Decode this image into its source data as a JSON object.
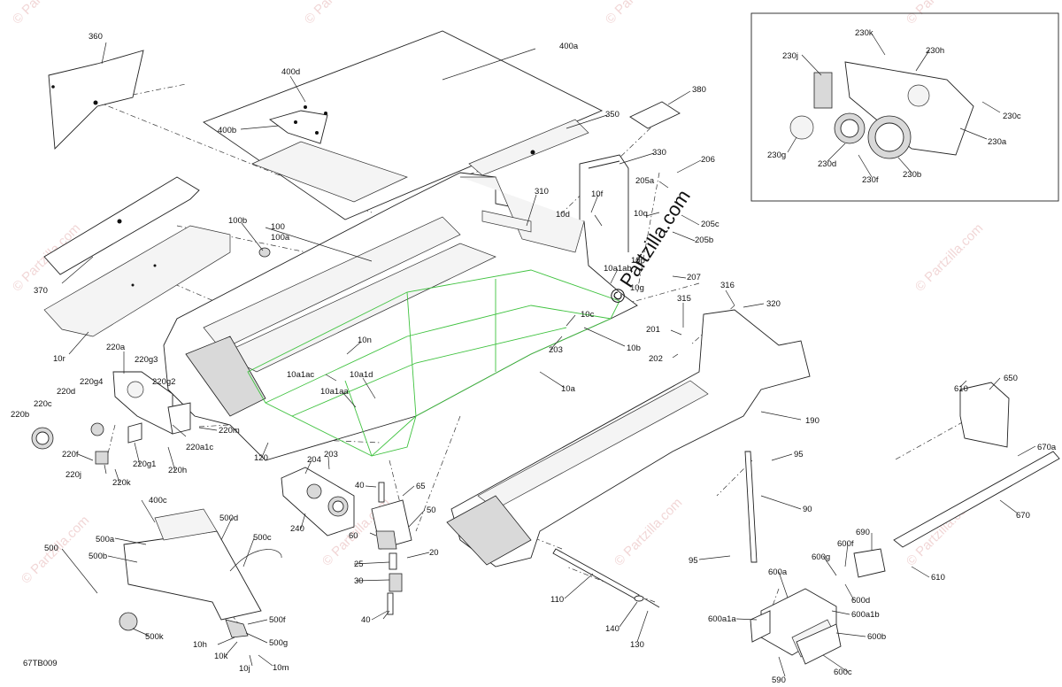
{
  "diagram": {
    "code": "67TB009",
    "watermark": "© Partzilla.com",
    "labels": [
      {
        "id": "360",
        "t": "360"
      },
      {
        "id": "400a",
        "t": "400a"
      },
      {
        "id": "400d",
        "t": "400d"
      },
      {
        "id": "400b",
        "t": "400b"
      },
      {
        "id": "380",
        "t": "380"
      },
      {
        "id": "350",
        "t": "350"
      },
      {
        "id": "330",
        "t": "330"
      },
      {
        "id": "206",
        "t": "206"
      },
      {
        "id": "205a",
        "t": "205a"
      },
      {
        "id": "310",
        "t": "310"
      },
      {
        "id": "10f",
        "t": "10f"
      },
      {
        "id": "10d",
        "t": "10d"
      },
      {
        "id": "10q",
        "t": "10q"
      },
      {
        "id": "205c",
        "t": "205c"
      },
      {
        "id": "205b",
        "t": "205b"
      },
      {
        "id": "10p",
        "t": "10p"
      },
      {
        "id": "207",
        "t": "207"
      },
      {
        "id": "10a1ab",
        "t": "10a1ab"
      },
      {
        "id": "10g",
        "t": "10g"
      },
      {
        "id": "100b",
        "t": "100b"
      },
      {
        "id": "100",
        "t": "100"
      },
      {
        "id": "100a",
        "t": "100a"
      },
      {
        "id": "370",
        "t": "370"
      },
      {
        "id": "10r",
        "t": "10r"
      },
      {
        "id": "316",
        "t": "316"
      },
      {
        "id": "320",
        "t": "320"
      },
      {
        "id": "315",
        "t": "315"
      },
      {
        "id": "10c",
        "t": "10c"
      },
      {
        "id": "201",
        "t": "201"
      },
      {
        "id": "10b",
        "t": "10b"
      },
      {
        "id": "203a",
        "t": "203"
      },
      {
        "id": "202",
        "t": "202"
      },
      {
        "id": "10n",
        "t": "10n"
      },
      {
        "id": "220a",
        "t": "220a"
      },
      {
        "id": "220g3",
        "t": "220g3"
      },
      {
        "id": "220g4",
        "t": "220g4"
      },
      {
        "id": "220g2",
        "t": "220g2"
      },
      {
        "id": "220d",
        "t": "220d"
      },
      {
        "id": "220c",
        "t": "220c"
      },
      {
        "id": "220b",
        "t": "220b"
      },
      {
        "id": "10a1ac",
        "t": "10a1ac"
      },
      {
        "id": "10a1d",
        "t": "10a1d"
      },
      {
        "id": "10a1aa",
        "t": "10a1aa"
      },
      {
        "id": "10a",
        "t": "10a"
      },
      {
        "id": "220m",
        "t": "220m"
      },
      {
        "id": "220a1c",
        "t": "220a1c"
      },
      {
        "id": "220f",
        "t": "220f"
      },
      {
        "id": "220g1",
        "t": "220g1"
      },
      {
        "id": "220h",
        "t": "220h"
      },
      {
        "id": "220j",
        "t": "220j"
      },
      {
        "id": "220k",
        "t": "220k"
      },
      {
        "id": "120",
        "t": "120"
      },
      {
        "id": "204",
        "t": "204"
      },
      {
        "id": "203b",
        "t": "203"
      },
      {
        "id": "190",
        "t": "190"
      },
      {
        "id": "95a",
        "t": "95"
      },
      {
        "id": "40a",
        "t": "40"
      },
      {
        "id": "65",
        "t": "65"
      },
      {
        "id": "400c",
        "t": "400c"
      },
      {
        "id": "500a",
        "t": "500a"
      },
      {
        "id": "500d",
        "t": "500d"
      },
      {
        "id": "500",
        "t": "500"
      },
      {
        "id": "500b",
        "t": "500b"
      },
      {
        "id": "500c",
        "t": "500c"
      },
      {
        "id": "240",
        "t": "240"
      },
      {
        "id": "50",
        "t": "50"
      },
      {
        "id": "60",
        "t": "60"
      },
      {
        "id": "20",
        "t": "20"
      },
      {
        "id": "25",
        "t": "25"
      },
      {
        "id": "30",
        "t": "30"
      },
      {
        "id": "90",
        "t": "90"
      },
      {
        "id": "95b",
        "t": "95"
      },
      {
        "id": "500f",
        "t": "500f"
      },
      {
        "id": "500g",
        "t": "500g"
      },
      {
        "id": "500k",
        "t": "500k"
      },
      {
        "id": "10h",
        "t": "10h"
      },
      {
        "id": "10k",
        "t": "10k"
      },
      {
        "id": "10j",
        "t": "10j"
      },
      {
        "id": "10m",
        "t": "10m"
      },
      {
        "id": "40b",
        "t": "40"
      },
      {
        "id": "110",
        "t": "110"
      },
      {
        "id": "140",
        "t": "140"
      },
      {
        "id": "130",
        "t": "130"
      },
      {
        "id": "610a",
        "t": "610"
      },
      {
        "id": "650",
        "t": "650"
      },
      {
        "id": "670a",
        "t": "670a"
      },
      {
        "id": "670",
        "t": "670"
      },
      {
        "id": "610b",
        "t": "610"
      },
      {
        "id": "690",
        "t": "690"
      },
      {
        "id": "600f",
        "t": "600f"
      },
      {
        "id": "600g",
        "t": "600g"
      },
      {
        "id": "600d",
        "t": "600d"
      },
      {
        "id": "600a",
        "t": "600a"
      },
      {
        "id": "600a1a",
        "t": "600a1a"
      },
      {
        "id": "600a1b",
        "t": "600a1b"
      },
      {
        "id": "600b",
        "t": "600b"
      },
      {
        "id": "600c",
        "t": "600c"
      },
      {
        "id": "590",
        "t": "590"
      },
      {
        "id": "230k",
        "t": "230k"
      },
      {
        "id": "230j",
        "t": "230j"
      },
      {
        "id": "230h",
        "t": "230h"
      },
      {
        "id": "230c",
        "t": "230c"
      },
      {
        "id": "230a",
        "t": "230a"
      },
      {
        "id": "230g",
        "t": "230g"
      },
      {
        "id": "230d",
        "t": "230d"
      },
      {
        "id": "230f",
        "t": "230f"
      },
      {
        "id": "230b",
        "t": "230b"
      }
    ]
  }
}
